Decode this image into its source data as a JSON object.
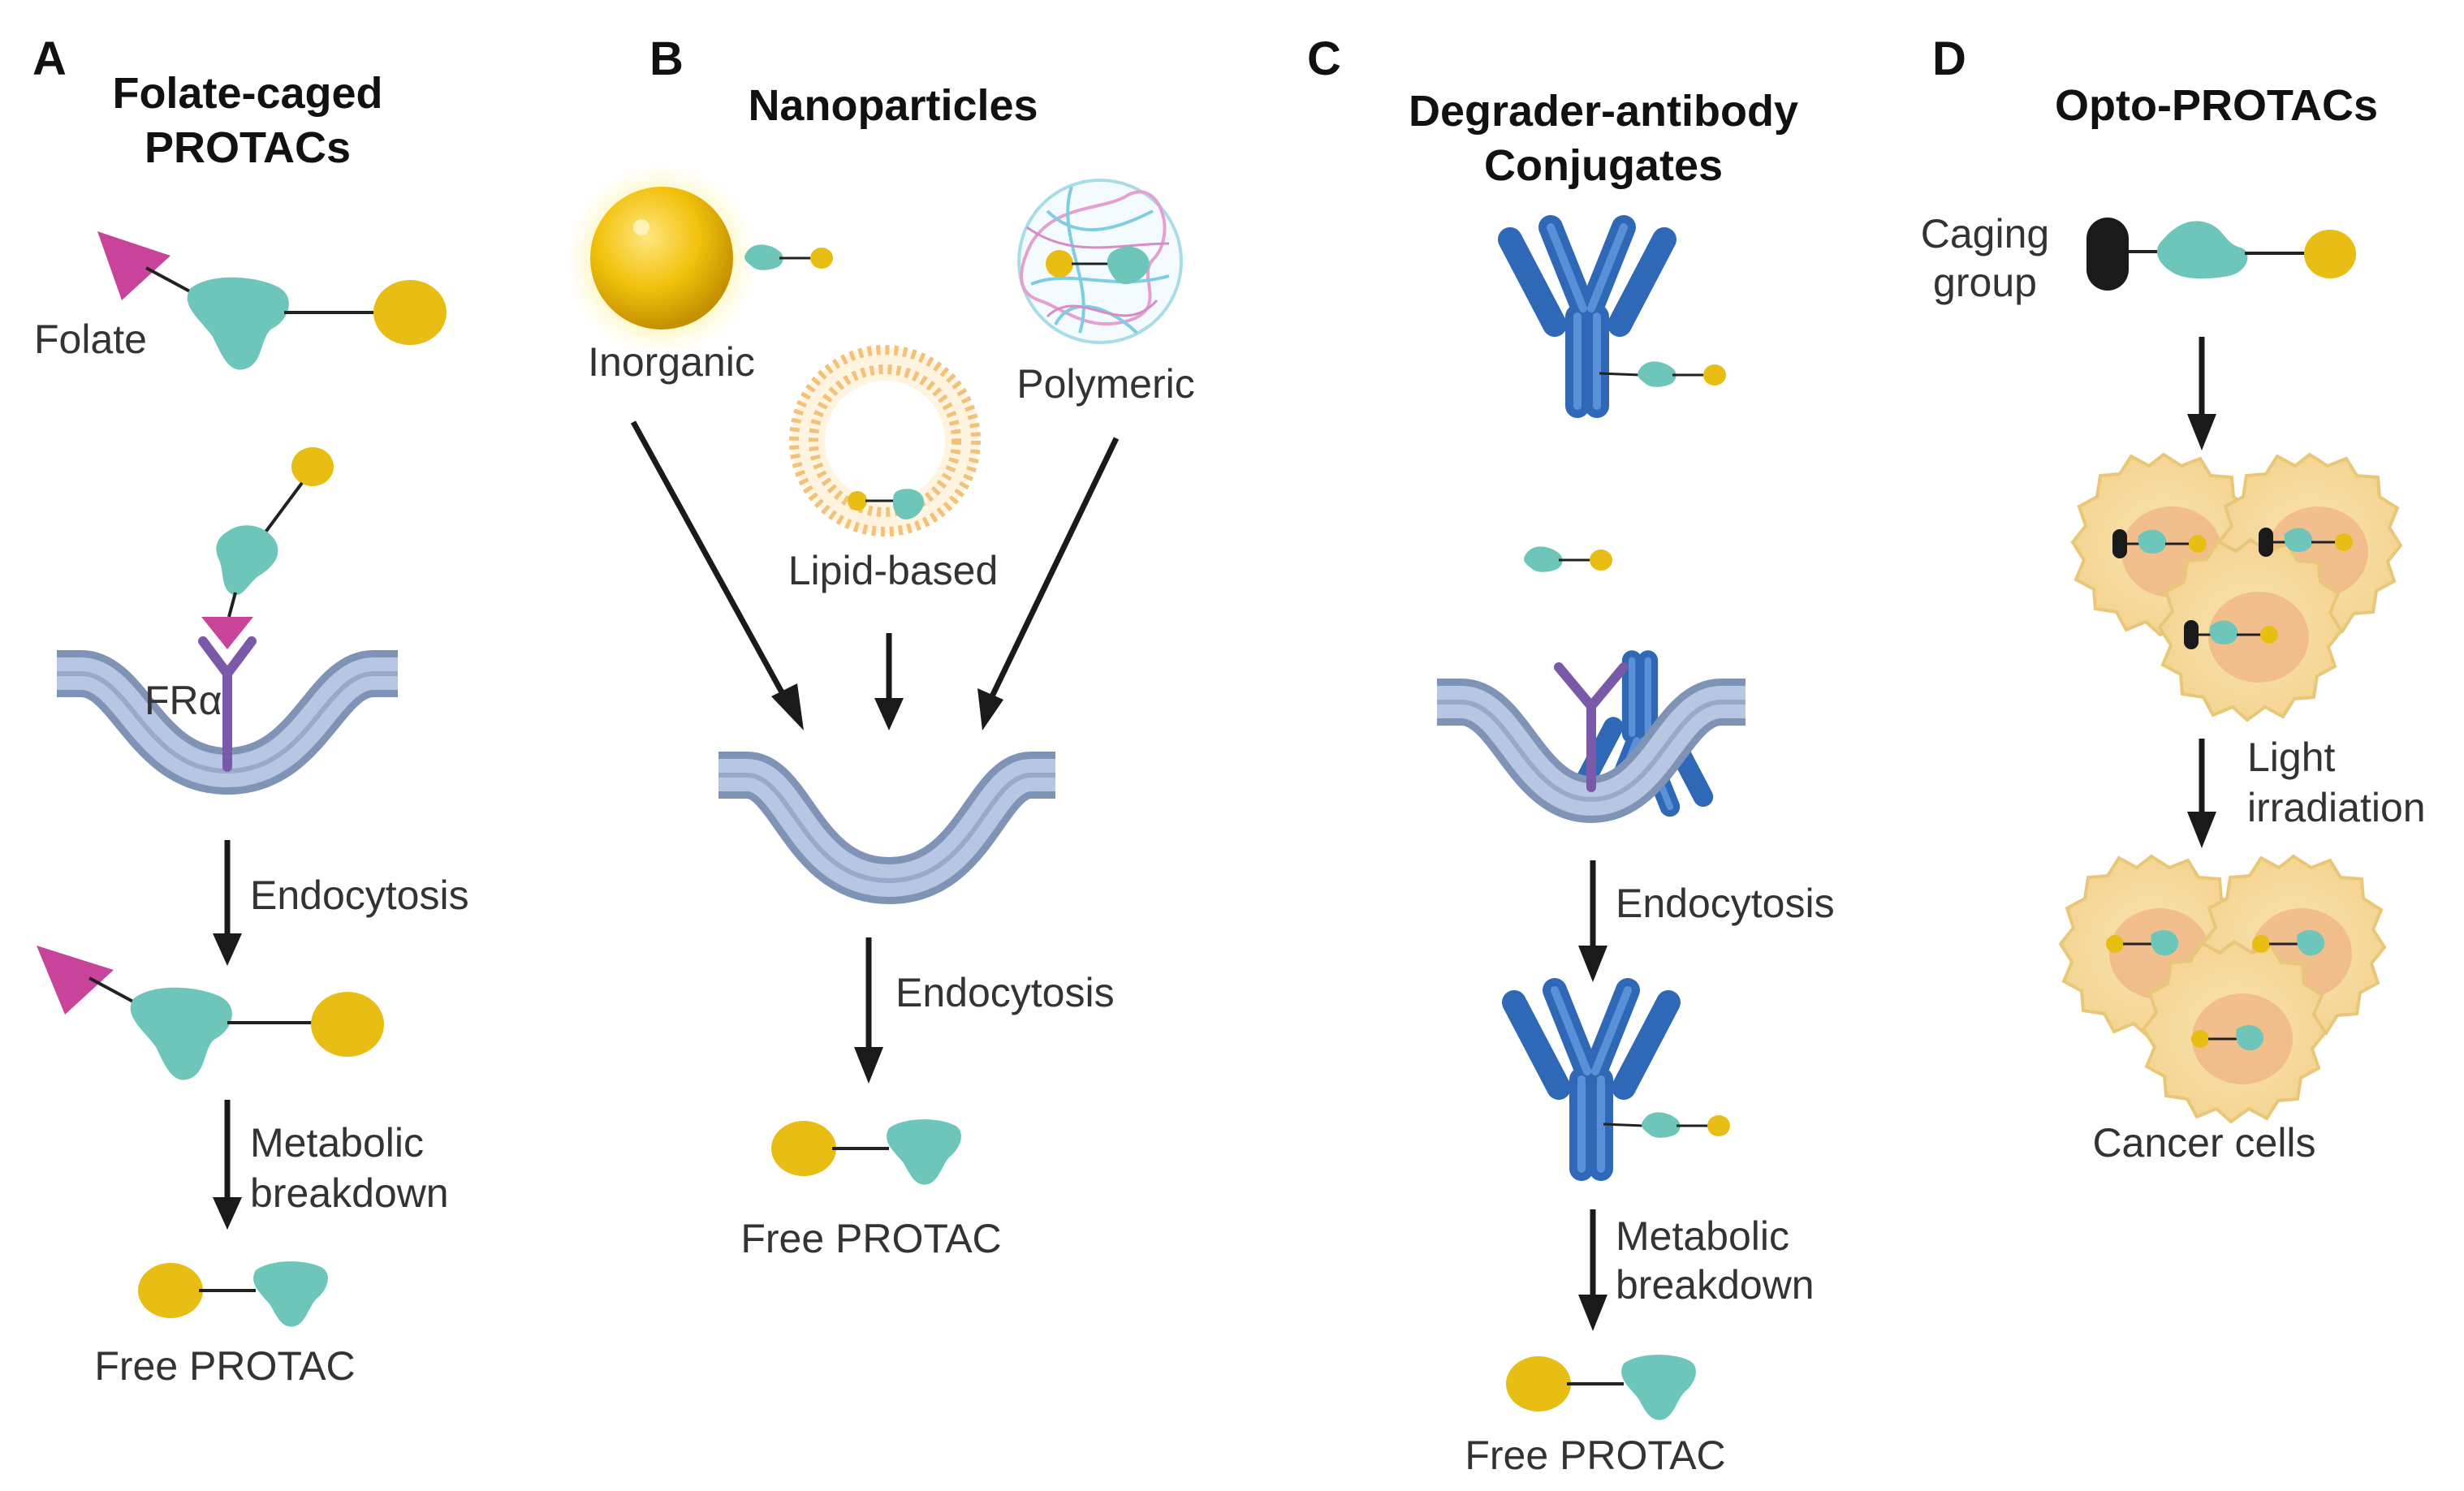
{
  "panels": {
    "A": {
      "label": "A",
      "title_line1": "Folate-caged",
      "title_line2": "PROTACs",
      "folate_label": "Folate",
      "receptor_label": "FRα",
      "step1": "Endocytosis",
      "step2_line1": "Metabolic",
      "step2_line2": "breakdown",
      "result": "Free PROTAC"
    },
    "B": {
      "label": "B",
      "title": "Nanoparticles",
      "inorganic_label": "Inorganic",
      "polymeric_label": "Polymeric",
      "lipid_label": "Lipid-based",
      "step1": "Endocytosis",
      "result": "Free PROTAC"
    },
    "C": {
      "label": "C",
      "title_line1": "Degrader-antibody",
      "title_line2": "Conjugates",
      "step1": "Endocytosis",
      "step2_line1": "Metabolic",
      "step2_line2": "breakdown",
      "result": "Free PROTAC"
    },
    "D": {
      "label": "D",
      "title": "Opto-PROTACs",
      "caging_line1": "Caging",
      "caging_line2": "group",
      "step1_line1": "Light",
      "step1_line2": "irradiation",
      "result": "Cancer cells"
    }
  },
  "colors": {
    "warhead": "#e8bd14",
    "e3_ligand": "#6ec6bb",
    "folate": "#c8449a",
    "antibody": "#2f68b6",
    "membrane": "#98aacb",
    "cell": "#f7dfa2"
  }
}
